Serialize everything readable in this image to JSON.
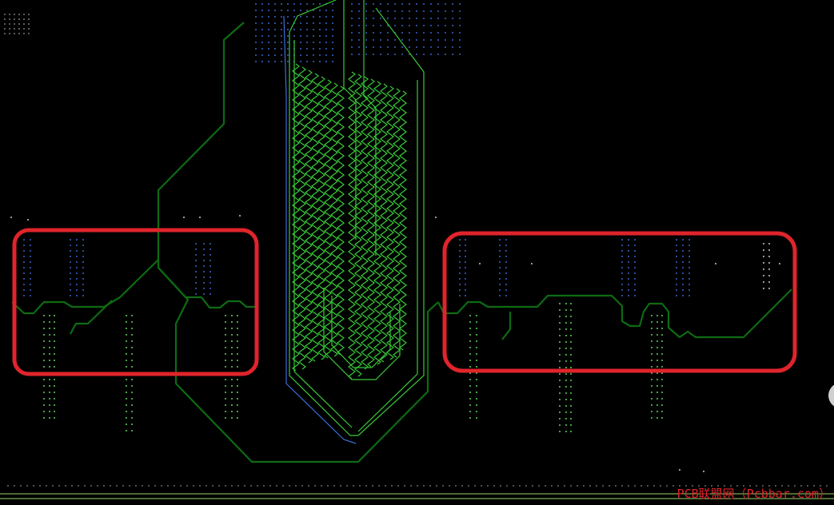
{
  "colors": {
    "background": "#000000",
    "trace_dark": "#0d6b12",
    "trace_bright": "#39c839",
    "trace_blue": "#3a6fd8",
    "via_blue": "#3b63c9",
    "via_green": "#62d162",
    "via_white": "#c8c8c8",
    "highlight": "#e0242b",
    "board_edge": "#9ad46a",
    "watermark": "#e0242b"
  },
  "highlights": [
    {
      "label": "left-region"
    },
    {
      "label": "right-region"
    }
  ],
  "watermark": {
    "text": "PCB联盟网（Pcbbar.com）"
  }
}
